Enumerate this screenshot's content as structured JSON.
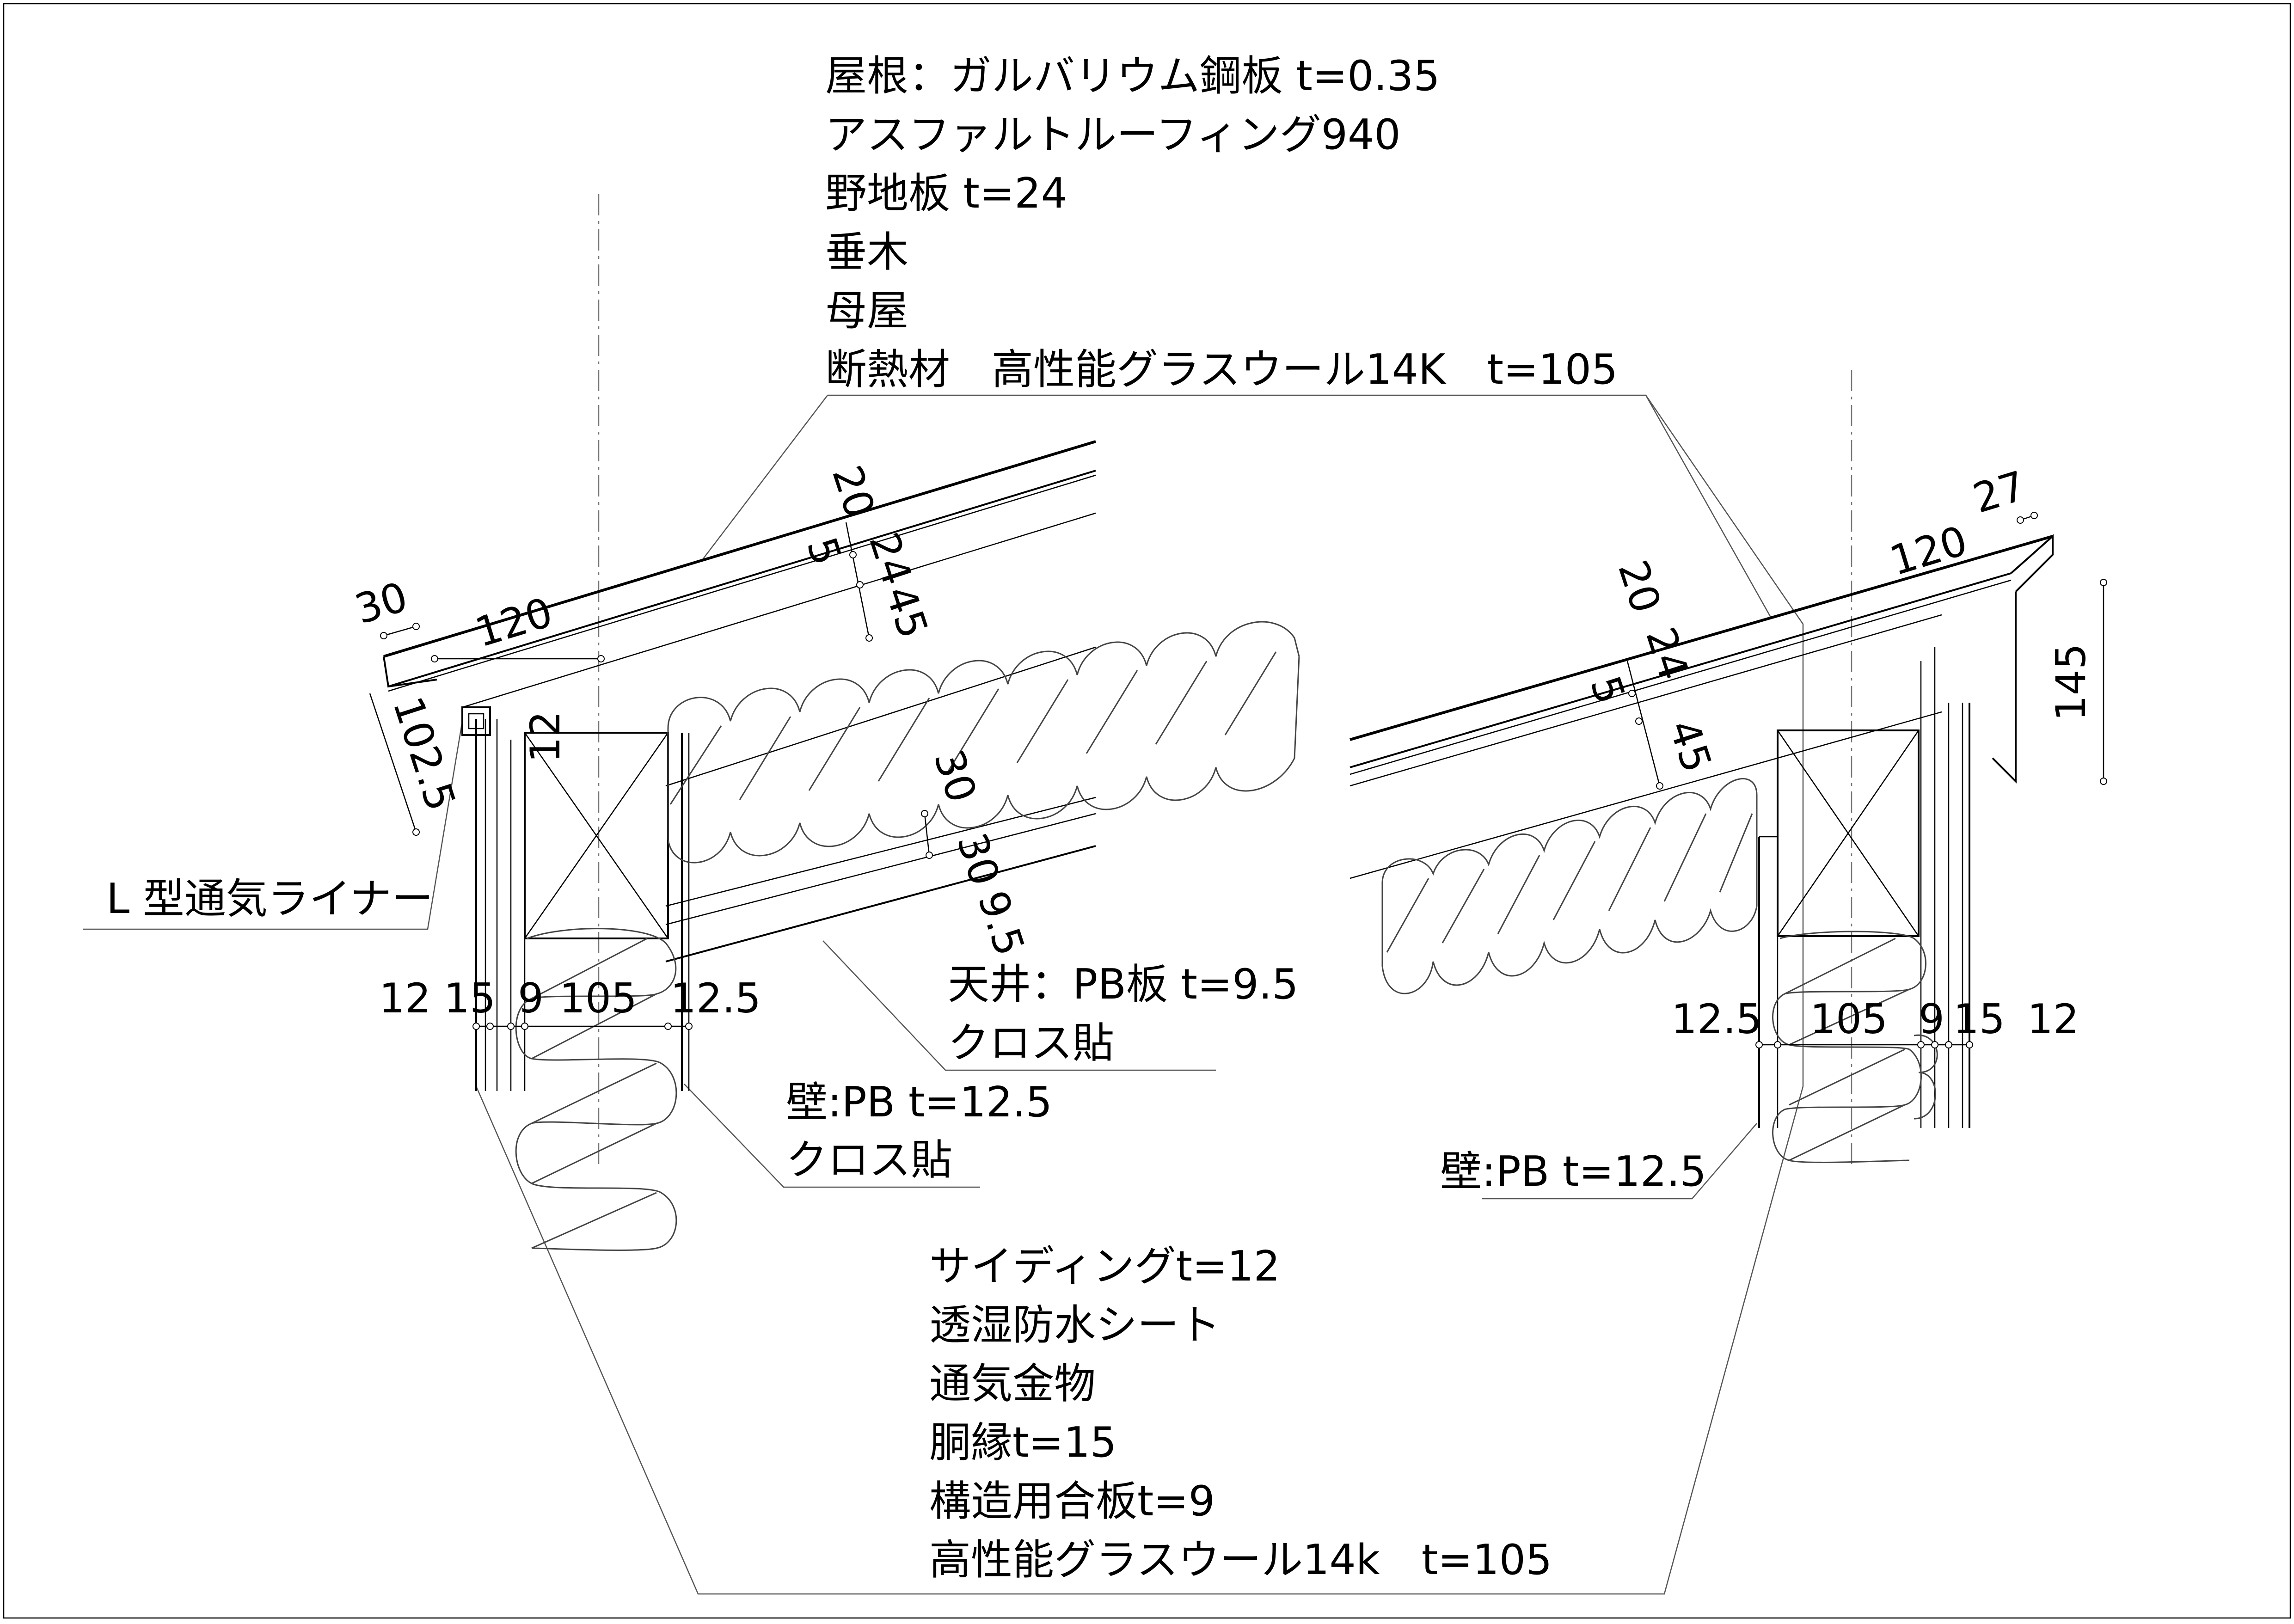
{
  "roof_spec": [
    "屋根：ガルバリウム鋼板 t=0.35",
    "アスファルトルーフィング940",
    "野地板 t=24",
    "垂木",
    "母屋",
    "断熱材　高性能グラスウール14K　t=105"
  ],
  "wall_spec": [
    "サイディングt=12",
    "透湿防水シート",
    "通気金物",
    "胴縁t=15",
    "構造用合板t=9",
    "高性能グラスウール14k　t=105"
  ],
  "ceiling_spec": [
    "天井：PB板 t=9.5",
    "クロス貼"
  ],
  "left_wall_spec": [
    "壁:PB t=12.5",
    "クロス貼"
  ],
  "right_wall_spec": [
    "壁:PB t=12.5"
  ],
  "liner_label": "L 型通気ライナー",
  "left_dims": {
    "d30": "30",
    "d120": "120",
    "d1025": "102.5",
    "d12": "12",
    "d20": "20",
    "d5": "5",
    "d24": "24",
    "d45": "45",
    "d30b": "30",
    "d30c": "30",
    "d95": "9.5",
    "bottom": [
      "12",
      "15",
      "9",
      "105",
      "12.5"
    ]
  },
  "right_dims": {
    "d27": "27",
    "d120": "120",
    "d145": "145",
    "d20": "20",
    "d24": "24",
    "d5": "5",
    "d45": "45",
    "bottom": [
      "12.5",
      "105",
      "9",
      "15",
      "12"
    ]
  }
}
